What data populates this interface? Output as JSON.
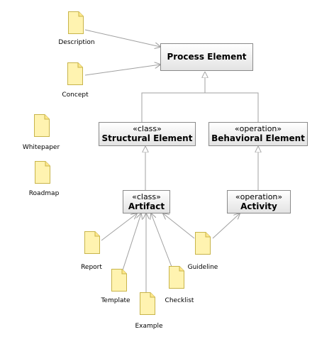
{
  "classes": {
    "process_element": {
      "name": "Process Element"
    },
    "structural_element": {
      "stereotype": "«class»",
      "name": "Structural Element"
    },
    "behavioral_element": {
      "stereotype": "«operation»",
      "name": "Behavioral Element"
    },
    "artifact": {
      "stereotype": "«class»",
      "name": "Artifact"
    },
    "activity": {
      "stereotype": "«operation»",
      "name": "Activity"
    }
  },
  "documents": {
    "description": "Description",
    "concept": "Concept",
    "whitepaper": "Whitepaper",
    "roadmap": "Roadmap",
    "report": "Report",
    "template": "Template",
    "example": "Example",
    "checklist": "Checklist",
    "guideline": "Guideline"
  },
  "colors": {
    "doc_fill": "#fff3b0",
    "doc_stroke": "#c8b44a",
    "line": "#a0a0a0"
  }
}
